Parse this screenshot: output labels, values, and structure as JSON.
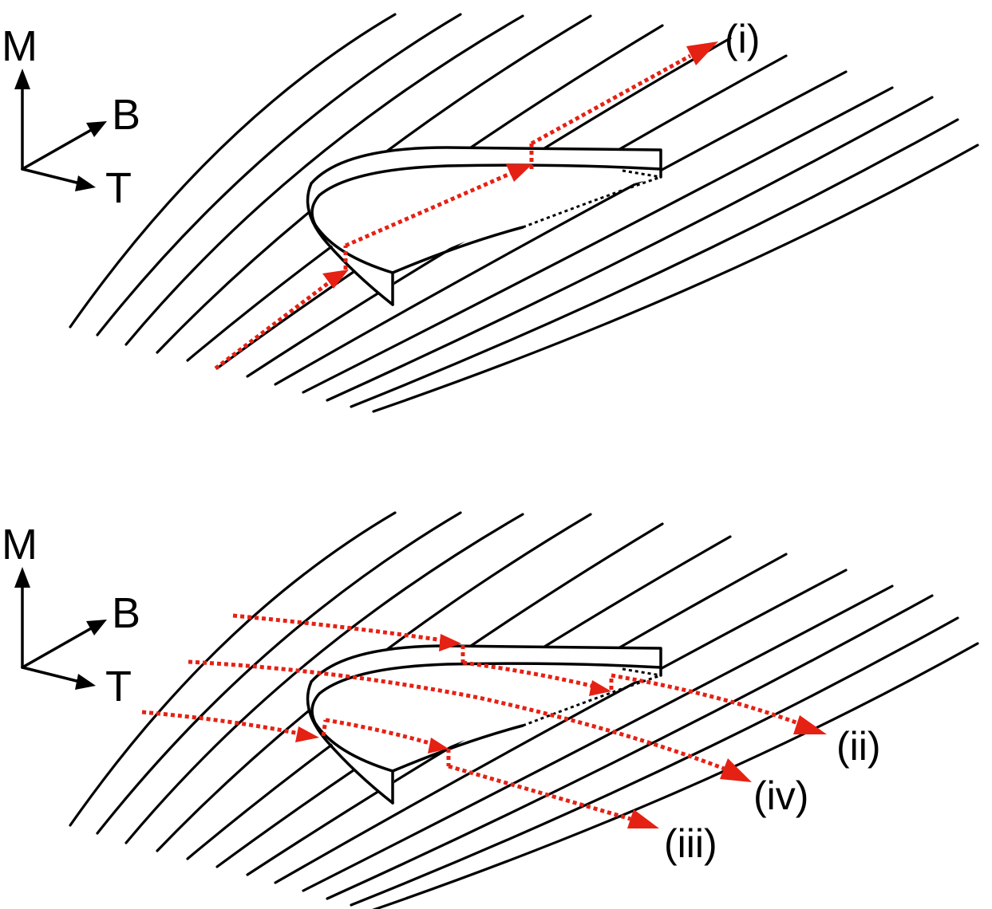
{
  "colors": {
    "ray": "#e52114",
    "lines": "#000000",
    "background": "#ffffff"
  },
  "panels": [
    {
      "axes": {
        "vertical": "M",
        "diagonal": "B",
        "horizontal": "T"
      },
      "paths": [
        "(i)"
      ]
    },
    {
      "axes": {
        "vertical": "M",
        "diagonal": "B",
        "horizontal": "T"
      },
      "paths": [
        "(ii)",
        "(iv)",
        "(iii)"
      ]
    }
  ]
}
